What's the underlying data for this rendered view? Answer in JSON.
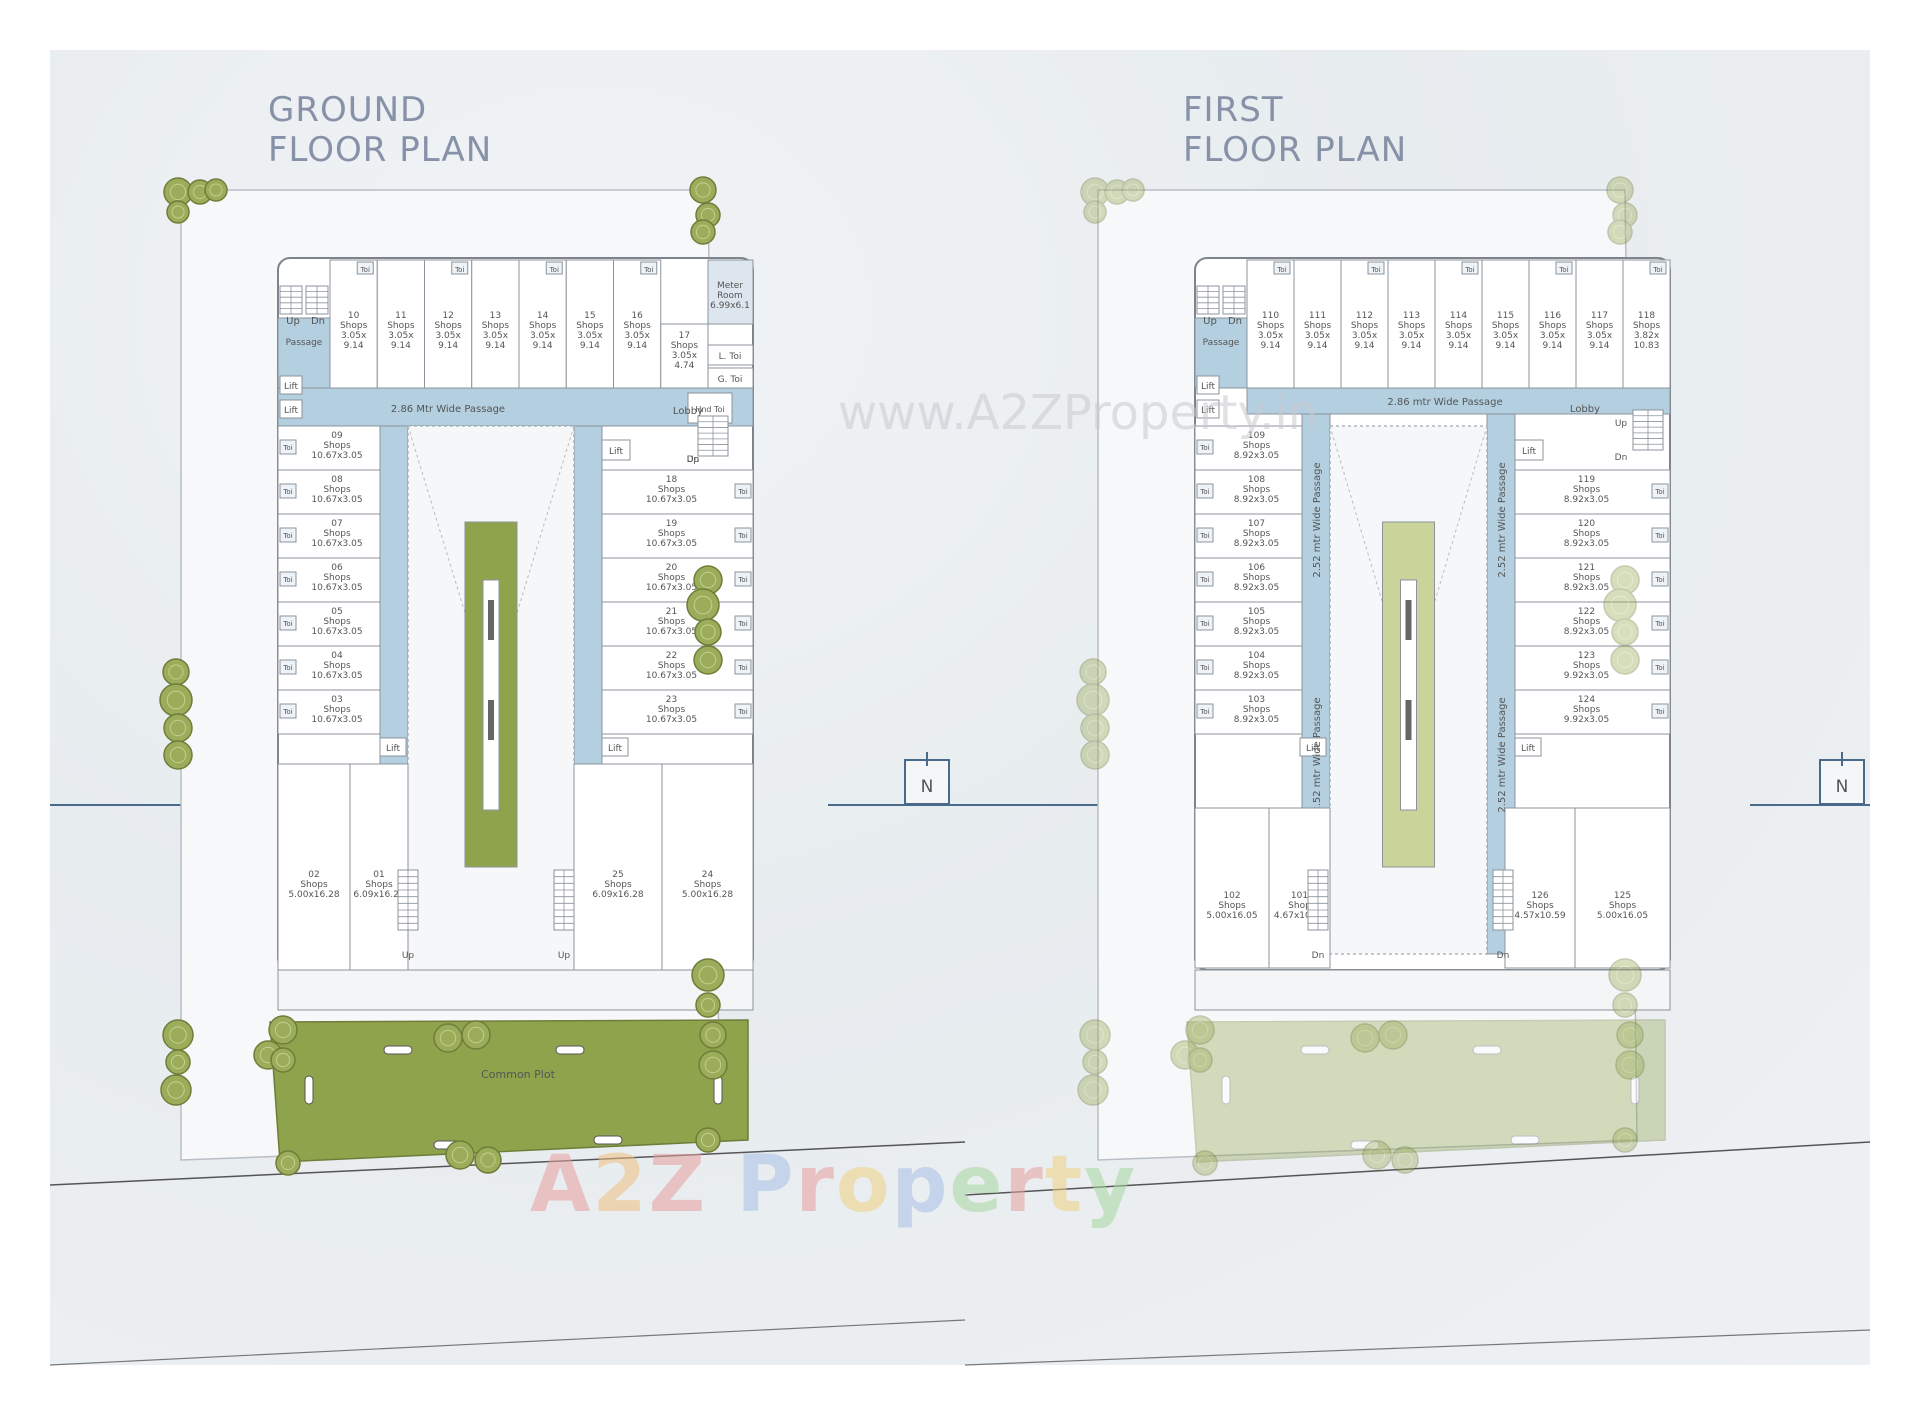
{
  "ground": {
    "title_line1": "GROUND",
    "title_line2": "FLOOR PLAN",
    "meter_room": [
      "Meter",
      "Room",
      "6.99x6.1"
    ],
    "passage": "Passage",
    "main_passage": "2.86 Mtr Wide Passage",
    "lobby": "Lobby",
    "common_plot": "Common Plot",
    "up": "Up",
    "dn": "Dn",
    "lift": "Lift",
    "toi": "Toi",
    "g_toi": "G. Toi",
    "l_toi": "L. Toi",
    "hand_toi": "Hnd Toi",
    "top_shops": [
      {
        "no": "10",
        "type": "Shops",
        "size1": "3.05x",
        "size2": "9.14"
      },
      {
        "no": "11",
        "type": "Shops",
        "size1": "3.05x",
        "size2": "9.14"
      },
      {
        "no": "12",
        "type": "Shops",
        "size1": "3.05x",
        "size2": "9.14"
      },
      {
        "no": "13",
        "type": "Shops",
        "size1": "3.05x",
        "size2": "9.14"
      },
      {
        "no": "14",
        "type": "Shops",
        "size1": "3.05x",
        "size2": "9.14"
      },
      {
        "no": "15",
        "type": "Shops",
        "size1": "3.05x",
        "size2": "9.14"
      },
      {
        "no": "16",
        "type": "Shops",
        "size1": "3.05x",
        "size2": "9.14"
      },
      {
        "no": "17",
        "type": "Shops",
        "size1": "3.05x",
        "size2": "4.74"
      }
    ],
    "left_shops": [
      {
        "no": "09",
        "type": "Shops",
        "size": "10.67x3.05"
      },
      {
        "no": "08",
        "type": "Shops",
        "size": "10.67x3.05"
      },
      {
        "no": "07",
        "type": "Shops",
        "size": "10.67x3.05"
      },
      {
        "no": "06",
        "type": "Shops",
        "size": "10.67x3.05"
      },
      {
        "no": "05",
        "type": "Shops",
        "size": "10.67x3.05"
      },
      {
        "no": "04",
        "type": "Shops",
        "size": "10.67x3.05"
      },
      {
        "no": "03",
        "type": "Shops",
        "size": "10.67x3.05"
      }
    ],
    "right_shops": [
      {
        "no": "18",
        "type": "Shops",
        "size": "10.67x3.05"
      },
      {
        "no": "19",
        "type": "Shops",
        "size": "10.67x3.05"
      },
      {
        "no": "20",
        "type": "Shops",
        "size": "10.67x3.05"
      },
      {
        "no": "21",
        "type": "Shops",
        "size": "10.67x3.05"
      },
      {
        "no": "22",
        "type": "Shops",
        "size": "10.67x3.05"
      },
      {
        "no": "23",
        "type": "Shops",
        "size": "10.67x3.05"
      }
    ],
    "bottom_shops": [
      {
        "no": "02",
        "type": "Shops",
        "size": "5.00x16.28"
      },
      {
        "no": "01",
        "type": "Shops",
        "size": "6.09x16.29"
      },
      {
        "no": "25",
        "type": "Shops",
        "size": "6.09x16.28"
      },
      {
        "no": "24",
        "type": "Shops",
        "size": "5.00x16.28"
      }
    ]
  },
  "first": {
    "title_line1": "FIRST",
    "title_line2": "FLOOR PLAN",
    "passage": "Passage",
    "main_passage": "2.86 mtr Wide Passage",
    "side_passage": "2.52 mtr Wide Passage",
    "lobby": "Lobby",
    "up": "Up",
    "dn": "Dn",
    "lift": "Lift",
    "toi": "Toi",
    "top_shops": [
      {
        "no": "110",
        "type": "Shops",
        "size1": "3.05x",
        "size2": "9.14"
      },
      {
        "no": "111",
        "type": "Shops",
        "size1": "3.05x",
        "size2": "9.14"
      },
      {
        "no": "112",
        "type": "Shops",
        "size1": "3.05x",
        "size2": "9.14"
      },
      {
        "no": "113",
        "type": "Shops",
        "size1": "3.05x",
        "size2": "9.14"
      },
      {
        "no": "114",
        "type": "Shops",
        "size1": "3.05x",
        "size2": "9.14"
      },
      {
        "no": "115",
        "type": "Shops",
        "size1": "3.05x",
        "size2": "9.14"
      },
      {
        "no": "116",
        "type": "Shops",
        "size1": "3.05x",
        "size2": "9.14"
      },
      {
        "no": "117",
        "type": "Shops",
        "size1": "3.05x",
        "size2": "9.14"
      },
      {
        "no": "118",
        "type": "Shops",
        "size1": "3.82x",
        "size2": "10.83"
      }
    ],
    "left_shops": [
      {
        "no": "109",
        "type": "Shops",
        "size": "8.92x3.05"
      },
      {
        "no": "108",
        "type": "Shops",
        "size": "8.92x3.05"
      },
      {
        "no": "107",
        "type": "Shops",
        "size": "8.92x3.05"
      },
      {
        "no": "106",
        "type": "Shops",
        "size": "8.92x3.05"
      },
      {
        "no": "105",
        "type": "Shops",
        "size": "8.92x3.05"
      },
      {
        "no": "104",
        "type": "Shops",
        "size": "8.92x3.05"
      },
      {
        "no": "103",
        "type": "Shops",
        "size": "8.92x3.05"
      }
    ],
    "right_shops": [
      {
        "no": "119",
        "type": "Shops",
        "size": "8.92x3.05"
      },
      {
        "no": "120",
        "type": "Shops",
        "size": "8.92x3.05"
      },
      {
        "no": "121",
        "type": "Shops",
        "size": "8.92x3.05"
      },
      {
        "no": "122",
        "type": "Shops",
        "size": "8.92x3.05"
      },
      {
        "no": "123",
        "type": "Shops",
        "size": "9.92x3.05"
      },
      {
        "no": "124",
        "type": "Shops",
        "size": "9.92x3.05"
      }
    ],
    "bottom_shops": [
      {
        "no": "102",
        "type": "Shops",
        "size": "5.00x16.05"
      },
      {
        "no": "101",
        "type": "Shop",
        "size": "4.67x10.59"
      },
      {
        "no": "126",
        "type": "Shops",
        "size": "4.57x10.59"
      },
      {
        "no": "125",
        "type": "Shops",
        "size": "5.00x16.05"
      }
    ]
  },
  "north": "N",
  "watermark_url": "www.A2ZProperty.in",
  "watermark_logo": {
    "letters": [
      "A",
      "2",
      "Z",
      " ",
      "P",
      "r",
      "o",
      "p",
      "e",
      "r",
      "t",
      "y"
    ],
    "colors": [
      "#e8a0a0",
      "#f0c080",
      "#e8a0a0",
      "#ffffff",
      "#a8c0e8",
      "#e8a0a0",
      "#f0d080",
      "#a8c0e8",
      "#a8d8a0",
      "#e8a0a0",
      "#f0d080",
      "#a8d8a0"
    ]
  },
  "colors": {
    "passage": "#b4cfe0",
    "green": "#8fa34d",
    "wall": "#8c939c",
    "room": "#ffffff",
    "tree": "#9bad5a",
    "title": "#8791a8",
    "road": "#4a6a8c"
  }
}
